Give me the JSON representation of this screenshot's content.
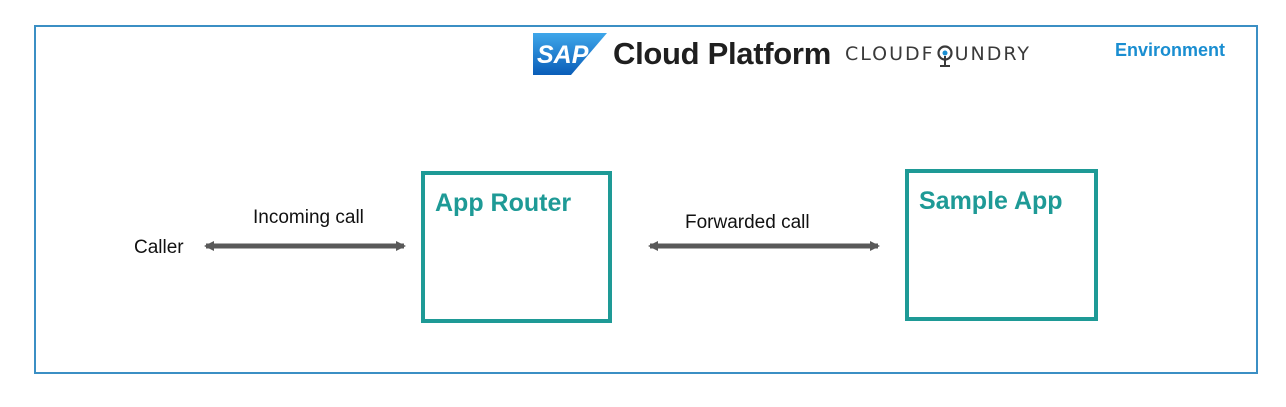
{
  "header": {
    "sap_logo_text": "SAP",
    "product_name": "Cloud Platform",
    "cloudfoundry_prefix": "CLOUDF",
    "cloudfoundry_suffix": "UNDRY",
    "environment_label": "Environment"
  },
  "nodes": {
    "caller": "Caller",
    "app_router": "App Router",
    "sample_app": "Sample App"
  },
  "edges": {
    "incoming": "Incoming call",
    "forwarded": "Forwarded call"
  },
  "colors": {
    "frame": "#3b8fc4",
    "box_border": "#1e9a96",
    "box_title": "#1e9a96",
    "environment": "#1a8ed1",
    "arrow": "#595959",
    "sap_blue": "#1a73c8"
  }
}
